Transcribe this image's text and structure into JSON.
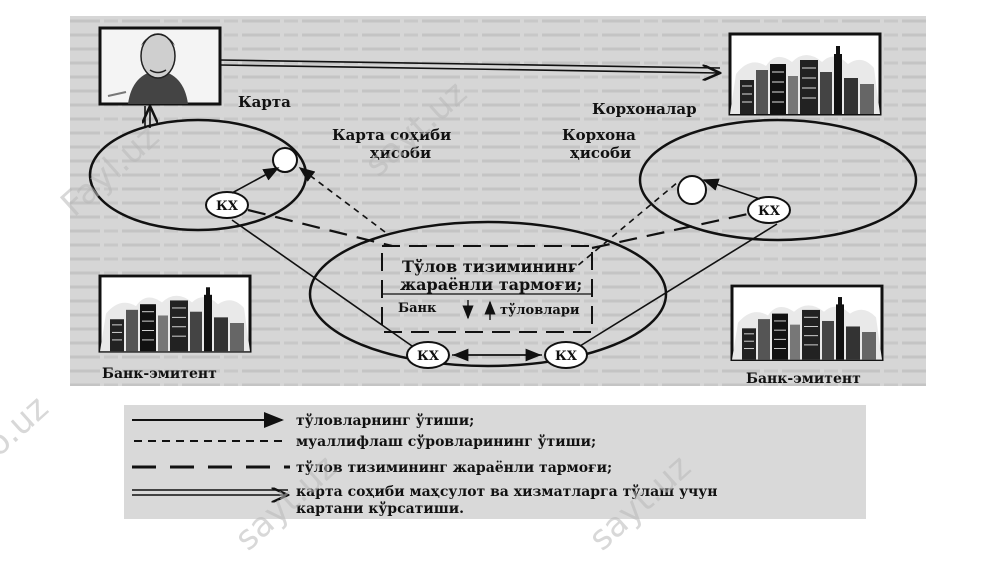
{
  "colors": {
    "scan_background": "#d6d6d6",
    "legend_background": "#d9d9d9",
    "ink": "#111111",
    "watermark": "#b9b9b9"
  },
  "diagram": {
    "labels": {
      "card": "Карта",
      "enterprises": "Корхоналар",
      "cardholder_account_line1": "Карта соҳиби",
      "cardholder_account_line2": "ҳисоби",
      "enterprise_account_line1": "Корхона",
      "enterprise_account_line2": "ҳисоби",
      "network_line1": "Тўлов тизимининг",
      "network_line2": "жараёнли тармоғи;",
      "bank_payments_left": "Банк",
      "bank_payments_right": "тўловлари",
      "issuer_bank_left": "Банк-эмитент",
      "issuer_bank_right": "Банк-эмитент",
      "kx_node": "КХ"
    },
    "icons": [
      "person-portrait-icon",
      "city-skyline-icon"
    ]
  },
  "legend": {
    "items": [
      {
        "style": "solid-arrow",
        "text": "тўловларнинг ўтиши;"
      },
      {
        "style": "short-dash",
        "text": "муаллифлаш сўровларининг ўтиши;"
      },
      {
        "style": "long-dash",
        "text": "тўлов тизимининг жараёнли тармоғи;"
      },
      {
        "style": "double-arrow",
        "text_line1": "карта соҳиби маҳсулот ва хизматларга тўлаш учун",
        "text_line2": "картани кўрсатиши."
      }
    ]
  },
  "watermarks": [
    "Fayl.uz",
    "sayt.uz",
    "sayt.uz",
    "sayt.uz",
    "o.uz"
  ]
}
